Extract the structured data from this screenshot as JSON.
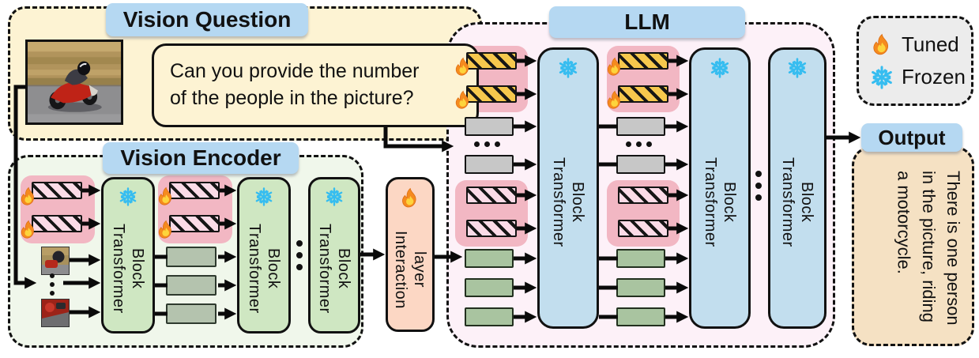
{
  "vision_question": {
    "label": "Vision Question",
    "question_lines": [
      "Can you provide the number",
      "of the people in the picture?"
    ],
    "question_full": "Can you provide the number of the people in the picture?",
    "image": "motorcycle-racer-photo"
  },
  "vision_encoder": {
    "label": "Vision Encoder",
    "blocks": [
      "Transformer Block",
      "Transformer Block",
      "Transformer Block"
    ]
  },
  "interaction_layer": {
    "label": "Interaction layer"
  },
  "llm": {
    "label": "LLM",
    "blocks": [
      "Transformer Block",
      "Transformer Block",
      "Transformer Block"
    ]
  },
  "legend": {
    "tuned_label": "Tuned",
    "frozen_label": "Frozen",
    "tuned_icon": "fire-icon",
    "frozen_icon": "snowflake-icon"
  },
  "output": {
    "label": "Output",
    "text": "There is one person in the picture, riding a motorcycle."
  },
  "colors": {
    "label_pill_blue": "#b5d8f2",
    "frozen_snowflake_blue": "#36bdf0",
    "tuned_flame_orange": "#f58a1f",
    "question_panel_cream": "#fdf3d3",
    "vision_panel_green": "#f0f7eb",
    "vision_block_green": "#cfe7c2",
    "llm_panel_pink": "#fdf1f8",
    "llm_block_blue": "#c2deee",
    "interaction_peach": "#fcd7c4",
    "legend_gray": "#ececec",
    "output_tan": "#f5e1c3",
    "prompt_group_pink": "#f2b7c3",
    "prompt_token_pink": "#fbdbe7",
    "prompt_token_yellow": "#f6c84d",
    "text_token_gray": "#c7c7c7",
    "vision_token_sage": "#b4c3ae",
    "llm_vision_token_green": "#a9c4a0"
  }
}
